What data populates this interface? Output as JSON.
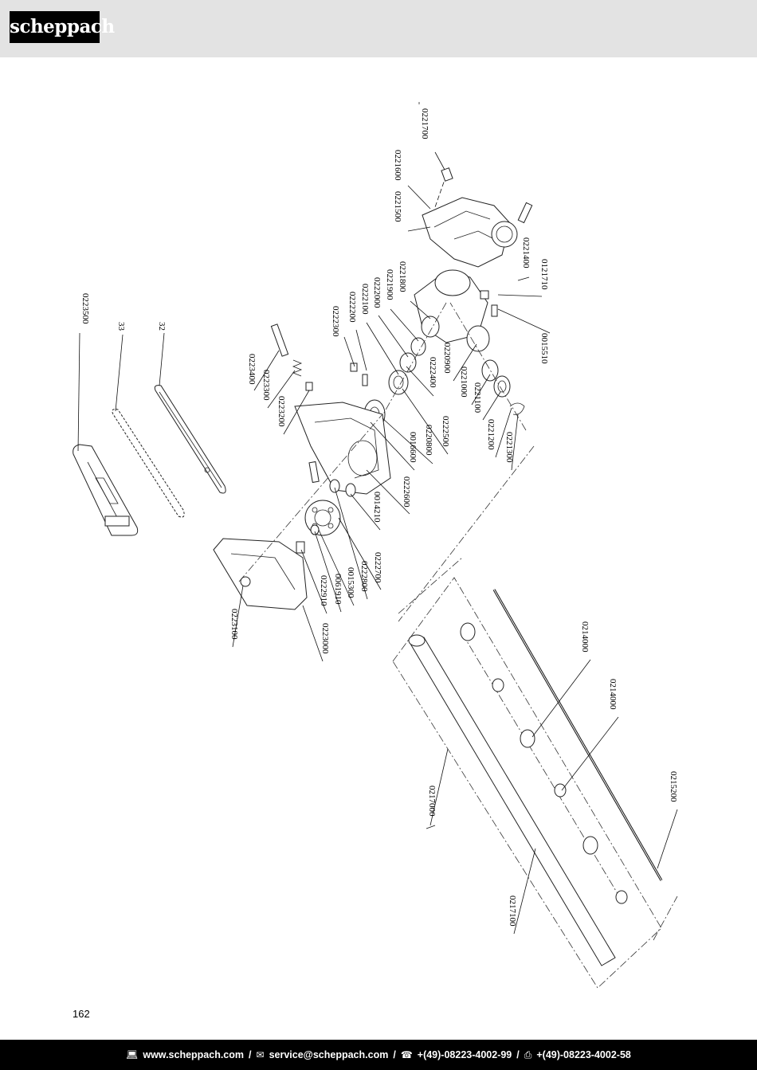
{
  "header": {
    "logo_text": "scheppach"
  },
  "page": {
    "number": "162"
  },
  "parts": {
    "p0221700": "0221700",
    "p0221600": "0221600",
    "p0221500": "0221500",
    "p0221400": "0221400",
    "p0121710": "0121710",
    "p0015510": "0015510",
    "p0221800": "0221800",
    "p0221900": "0221900",
    "p0222000": "0222000",
    "p0222100": "0222100",
    "p0222200": "0222200",
    "p0222300": "0222300",
    "p0220900": "0220900",
    "p0222400": "0222400",
    "p0221000": "0221000",
    "p0221100": "0221100",
    "p0221200": "0221200",
    "p0221300": "0221300",
    "p0222500": "0222500",
    "p0220800": "0220800",
    "p0016600": "0016600",
    "p0222600": "0222600",
    "p0014210": "0014210",
    "p0223400": "0223400",
    "p0223300": "0223300",
    "p0223200": "0223200",
    "p0223500": "0223500",
    "p33": "33",
    "p32": "32",
    "p0222700": "0222700",
    "p0222800": "0222800",
    "p0015300": "0015300",
    "p0061910": "0061910",
    "p0222910": "0222910",
    "p0223000": "0223000",
    "p0223100": "0223100",
    "p0214000a": "0214000",
    "p0214000b": "0214000",
    "p0217000": "0217000",
    "p0215200": "0215200",
    "p0217100": "0217100"
  },
  "footer": {
    "web_icon": "computer-icon",
    "web": "www.scheppach.com",
    "sep": "/",
    "mail_icon": "envelope-icon",
    "mail": "service@scheppach.com",
    "phone_icon": "telephone-icon",
    "phone": "+(49)-08223-4002-99",
    "fax_icon": "fax-icon",
    "fax": "+(49)-08223-4002-58"
  }
}
